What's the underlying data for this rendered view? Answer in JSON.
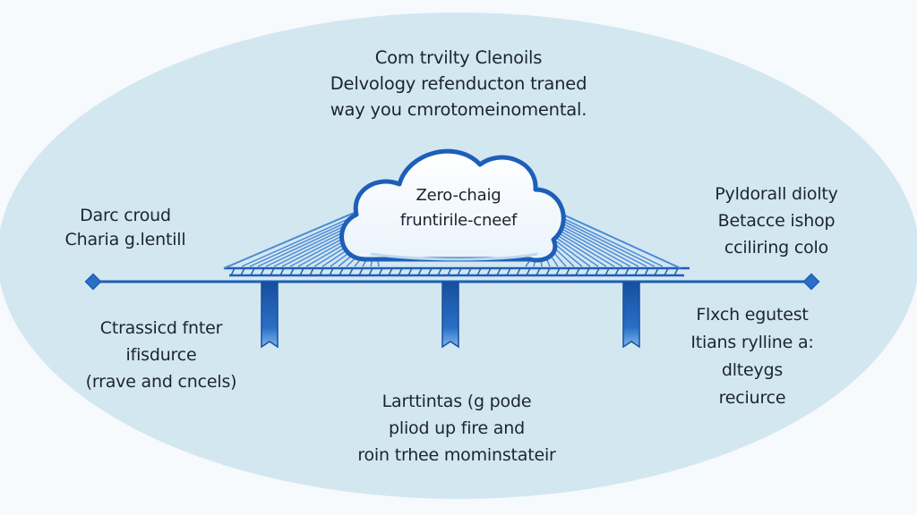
{
  "colors": {
    "page_background": "#f6fafd",
    "ellipse_fill": "#d3e7f1",
    "structure_blue": "#1f5fb4",
    "structure_light": "#4c8ad6",
    "cloud_fill": "#ffffff",
    "cloud_stroke": "#1d5fb8",
    "text": "#1c2434"
  },
  "icons": {
    "cloud": "cloud-icon",
    "left_end": "diamond-icon",
    "right_end": "diamond-icon",
    "pillar": "pillar-icon"
  },
  "diagram": {
    "top_text": [
      "Com trvilty Clenoils",
      "Delvology refenducton traned",
      "way you cmrotomeinomental."
    ],
    "cloud_text": [
      "Zero-chaig",
      "fruntirile-cneef"
    ],
    "left_upper_text": [
      "Darc croud",
      "Charia g.lentill"
    ],
    "right_upper_text": [
      "Pyldorall diolty",
      "Betacce ishop",
      "cciliring colo"
    ],
    "left_lower_text": [
      "Ctrassicd fnter",
      "ifisdurce",
      "(rrave and cncels)"
    ],
    "right_lower_text": [
      "Flxch egutest",
      "Itians rylline a:",
      "dlteygs",
      "reciurce"
    ],
    "bottom_text": [
      "Larttintas (g pode",
      "pliod up fire and",
      "roin trhee mominstateir"
    ]
  }
}
